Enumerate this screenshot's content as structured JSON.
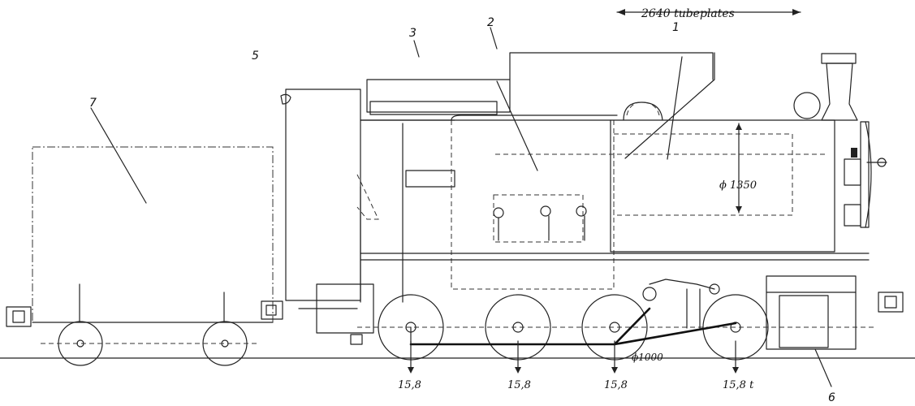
{
  "dimensions": {
    "tubeplates": "2640 tubeplates",
    "boiler_diameter": "ϕ 1350",
    "wheel_diameter": "ϕ1000"
  },
  "callouts": [
    "1",
    "2",
    "3",
    "5",
    "6",
    "7"
  ],
  "axle_loads": [
    "15,8",
    "15,8",
    "15,8",
    "15,8 t"
  ]
}
